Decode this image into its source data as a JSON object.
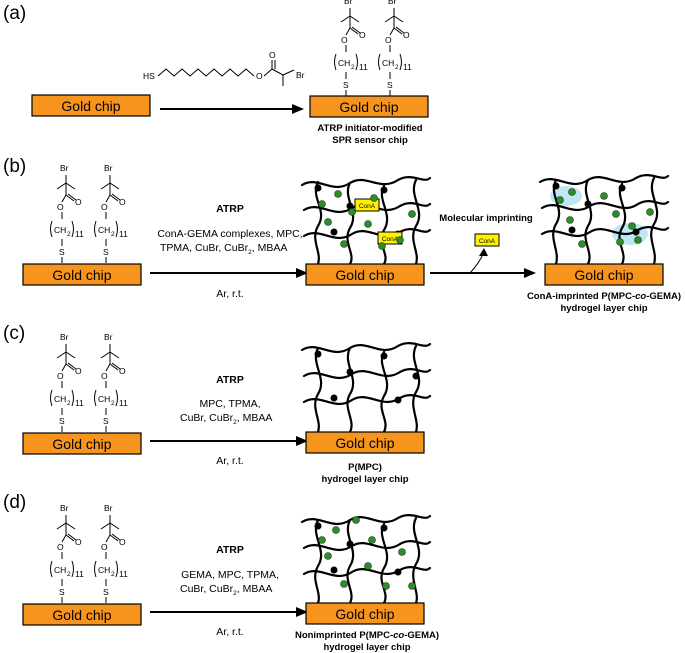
{
  "panels": {
    "a": {
      "label": "(a)",
      "chip_left": "Gold chip",
      "chip_right": "Gold chip",
      "caption": [
        "ATRP initiator-modified",
        "SPR sensor chip"
      ]
    },
    "b": {
      "label": "(b)",
      "chip_left": "Gold chip",
      "chip_mid": "Gold chip",
      "chip_right": "Gold chip",
      "atrp": "ATRP",
      "reagents": [
        "ConA-GEMA complexes, MPC,",
        "TPMA, CuBr, CuBr",
        ", MBAA"
      ],
      "conditions": "Ar, r.t.",
      "step": "Molecular imprinting",
      "cona_tag": "ConA",
      "caption": [
        "ConA-imprinted P(MPC-",
        "co",
        "-GEMA)",
        "hydrogel layer chip"
      ]
    },
    "c": {
      "label": "(c)",
      "chip_left": "Gold chip",
      "chip_right": "Gold chip",
      "atrp": "ATRP",
      "reagents": [
        "MPC, TPMA,",
        "CuBr, CuBr",
        ", MBAA"
      ],
      "conditions": "Ar, r.t.",
      "caption": [
        "P(MPC)",
        "hydrogel layer chip"
      ]
    },
    "d": {
      "label": "(d)",
      "chip_left": "Gold chip",
      "chip_right": "Gold chip",
      "atrp": "ATRP",
      "reagents": [
        "GEMA, MPC, TPMA,",
        "CuBr, CuBr",
        ", MBAA"
      ],
      "conditions": "Ar, r.t.",
      "caption": [
        "Nonimprinted P(MPC-",
        "co",
        "-GEMA)",
        "hydrogel layer chip"
      ]
    }
  },
  "chem": {
    "br": "Br",
    "o": "O",
    "s": "S",
    "hs": "HS",
    "ch": "CH",
    "sub2": "2",
    "n": "11"
  },
  "colors": {
    "chip": "#f6941e",
    "gema_dot": "#2e8b2e",
    "cona_tag": "#fff200",
    "cavity": "#bfe6f2"
  }
}
